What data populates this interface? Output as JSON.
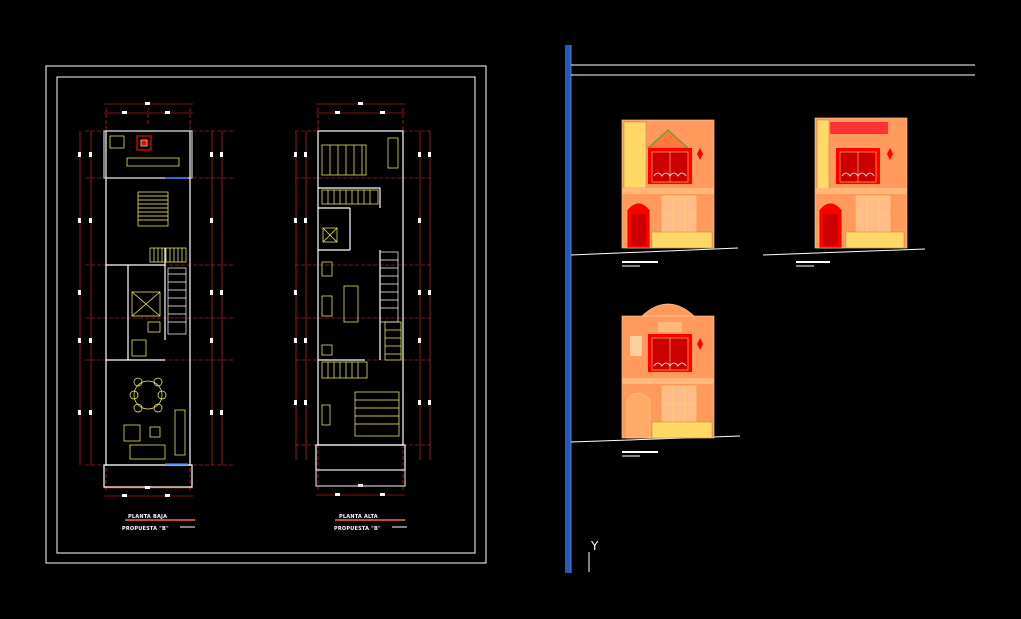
{
  "sheet": {
    "floor_plans": [
      {
        "title": "PLANTA BAJA",
        "subtitle": "PROPUESTA \"B\""
      },
      {
        "title": "PLANTA ALTA",
        "subtitle": "PROPUESTA \"B\""
      }
    ]
  },
  "viewport": {
    "ucs_axis_label": "Y"
  },
  "colors": {
    "background": "#000000",
    "frame": "#ffffff",
    "axis_line": "#ff0000",
    "wall": "#ffffff",
    "furniture": "#ffff66",
    "facade_body": "#ff9a5c",
    "facade_accent": "#ff0000",
    "stone": "#ffd866",
    "viewport_border": "#1e5bbf"
  }
}
